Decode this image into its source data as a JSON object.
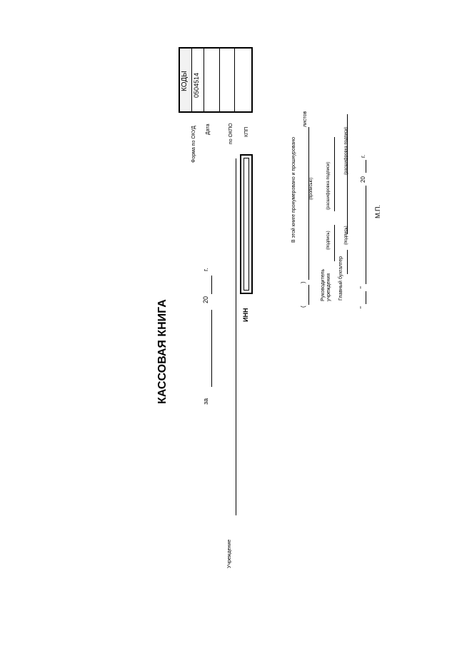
{
  "title": "КАССОВАЯ   КНИГА",
  "period": {
    "prefix": "за",
    "year_prefix": "20",
    "year_suffix": "г."
  },
  "codes": {
    "header": "КОДЫ",
    "rows": [
      {
        "label": "Форма по ОКУД",
        "value": "0504514"
      },
      {
        "label": "Дата",
        "value": ""
      },
      {
        "label": "по ОКПО",
        "value": ""
      },
      {
        "label": "КПП",
        "value": ""
      }
    ]
  },
  "institution_label": "Учреждение",
  "inn_label": "ИНН",
  "certification": {
    "numbered_text": "В этой книге пронумеровано и прошнуровано",
    "sheets_label": "листов",
    "open_paren": "(",
    "close_paren": ")",
    "in_words_hint": "(прописью)",
    "head_label": "Руководитель\nучреждения",
    "signature_hint": "(подпись)",
    "decoding_hint": "(расшифровка подписи)",
    "chief_accountant_label": "Главный бухгалтер",
    "date_day_quote": "\"",
    "year_prefix": "20",
    "year_suffix": "г.",
    "stamp": "М.П."
  }
}
